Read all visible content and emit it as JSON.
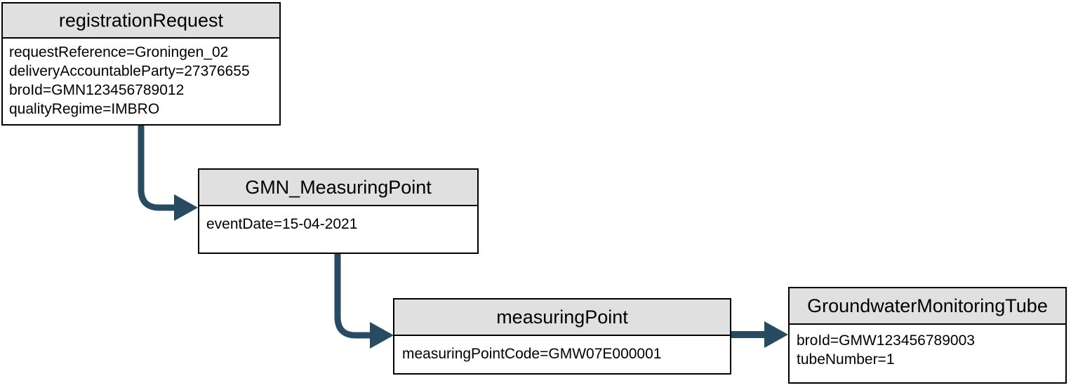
{
  "diagram": {
    "description": "BRO GMN registration request object diagram",
    "colors": {
      "connector": "#284b62",
      "header_bg": "#e0e0e0",
      "node_border": "#000000",
      "node_bg": "#ffffff",
      "text": "#000000"
    },
    "nodes": [
      {
        "id": "registrationRequest",
        "title": "registrationRequest",
        "attributes": [
          "requestReference=Groningen_02",
          "deliveryAccountableParty=27376655",
          "broId=GMN123456789012",
          "qualityRegime=IMBRO"
        ]
      },
      {
        "id": "GMN_MeasuringPoint",
        "title": "GMN_MeasuringPoint",
        "attributes": [
          "eventDate=15-04-2021"
        ]
      },
      {
        "id": "measuringPoint",
        "title": "measuringPoint",
        "attributes": [
          "measuringPointCode=GMW07E000001"
        ]
      },
      {
        "id": "GroundwaterMonitoringTube",
        "title": "GroundwaterMonitoringTube",
        "attributes": [
          "broId=GMW123456789003",
          "tubeNumber=1"
        ]
      }
    ],
    "edges": [
      {
        "from": "registrationRequest",
        "to": "GMN_MeasuringPoint",
        "style": "elbow-down-right-arrow"
      },
      {
        "from": "GMN_MeasuringPoint",
        "to": "measuringPoint",
        "style": "elbow-down-right-arrow"
      },
      {
        "from": "measuringPoint",
        "to": "GroundwaterMonitoringTube",
        "style": "straight-right-arrow"
      }
    ]
  }
}
